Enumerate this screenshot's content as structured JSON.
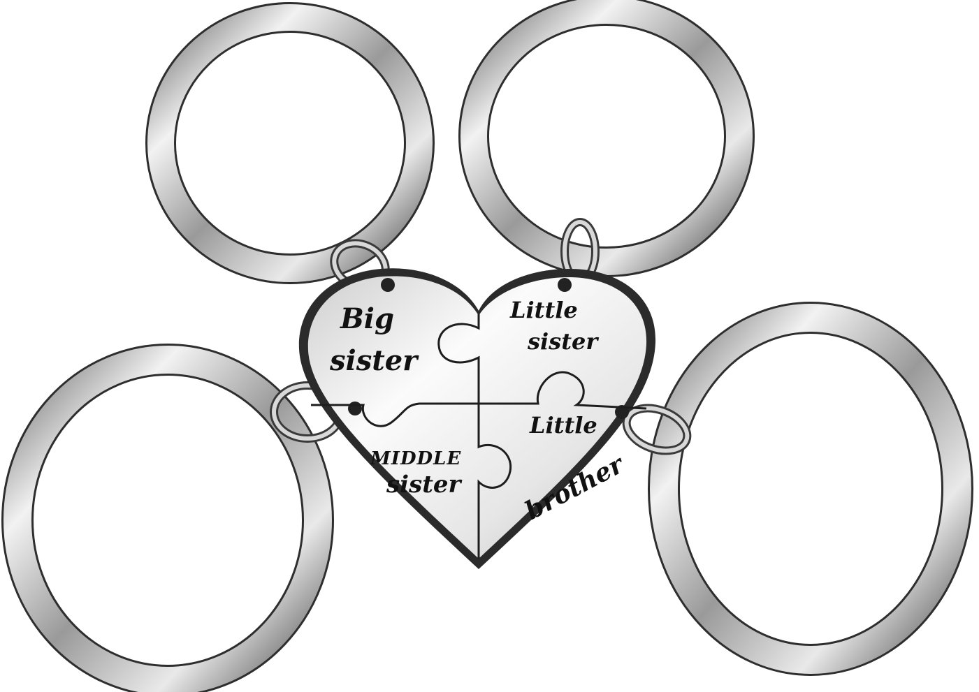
{
  "product": {
    "pieces": [
      {
        "id": "big-sister",
        "lines": [
          "Big",
          "sister"
        ]
      },
      {
        "id": "little-sister",
        "lines": [
          "Little",
          "sister"
        ]
      },
      {
        "id": "middle-sister",
        "lines": [
          "MIDDLE",
          "sister"
        ]
      },
      {
        "id": "little-brother",
        "lines": [
          "Little",
          "brother"
        ]
      }
    ],
    "colors": {
      "background": "#ffffff",
      "metal_light": "#f4f4f4",
      "metal_mid": "#b9b9b9",
      "metal_dark": "#3a3a3a",
      "engraving": "#111111"
    }
  }
}
